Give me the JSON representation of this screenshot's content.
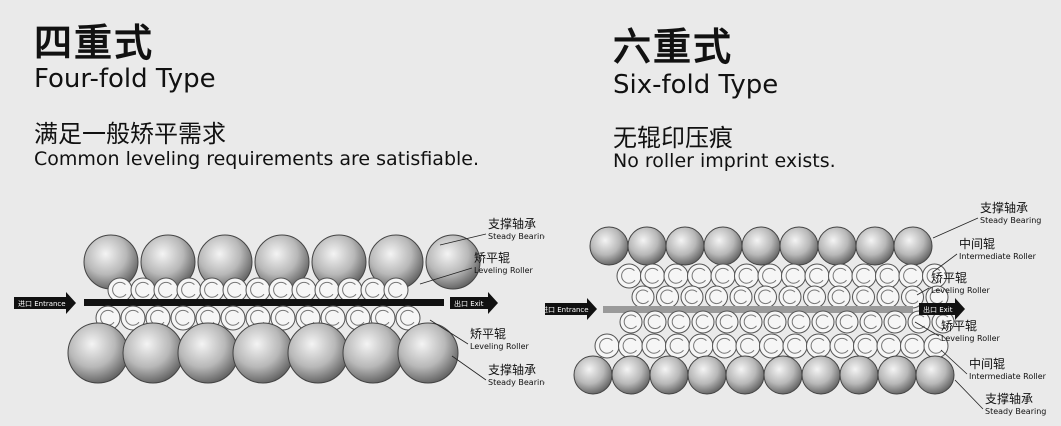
{
  "four_fold": {
    "title_cn": "四重式",
    "title_en": "Four-fold Type",
    "desc_cn": "满足一般矫平需求",
    "desc_en": "Common leveling requirements are satisfiable.",
    "entrance_label": "进口 Entrance",
    "exit_label": "出口 Exit",
    "labels": [
      {
        "cn": "支撑轴承",
        "en": "Steady Bearing"
      },
      {
        "cn": "矫平辊",
        "en": "Leveling Roller"
      },
      {
        "cn": "矫平辊",
        "en": "Leveling Roller"
      },
      {
        "cn": "支撑轴承",
        "en": "Steady Bearing"
      }
    ]
  },
  "six_fold": {
    "title_cn": "六重式",
    "title_en": "Six-fold Type",
    "desc_cn": "无辊印压痕",
    "desc_en": "No roller imprint exists.",
    "entrance_label": "进口 Entrance",
    "exit_label": "出口 Exit",
    "labels": [
      {
        "cn": "支撑轴承",
        "en": "Steady Bearing"
      },
      {
        "cn": "中间辊",
        "en": "Intermediate Roller"
      },
      {
        "cn": "矫平辊",
        "en": "Leveling Roller"
      },
      {
        "cn": "矫平辊",
        "en": "Leveling Roller"
      },
      {
        "cn": "中间辊",
        "en": "Intermediate Roller"
      },
      {
        "cn": "支撑轴承",
        "en": "Steady Bearing"
      }
    ]
  }
}
